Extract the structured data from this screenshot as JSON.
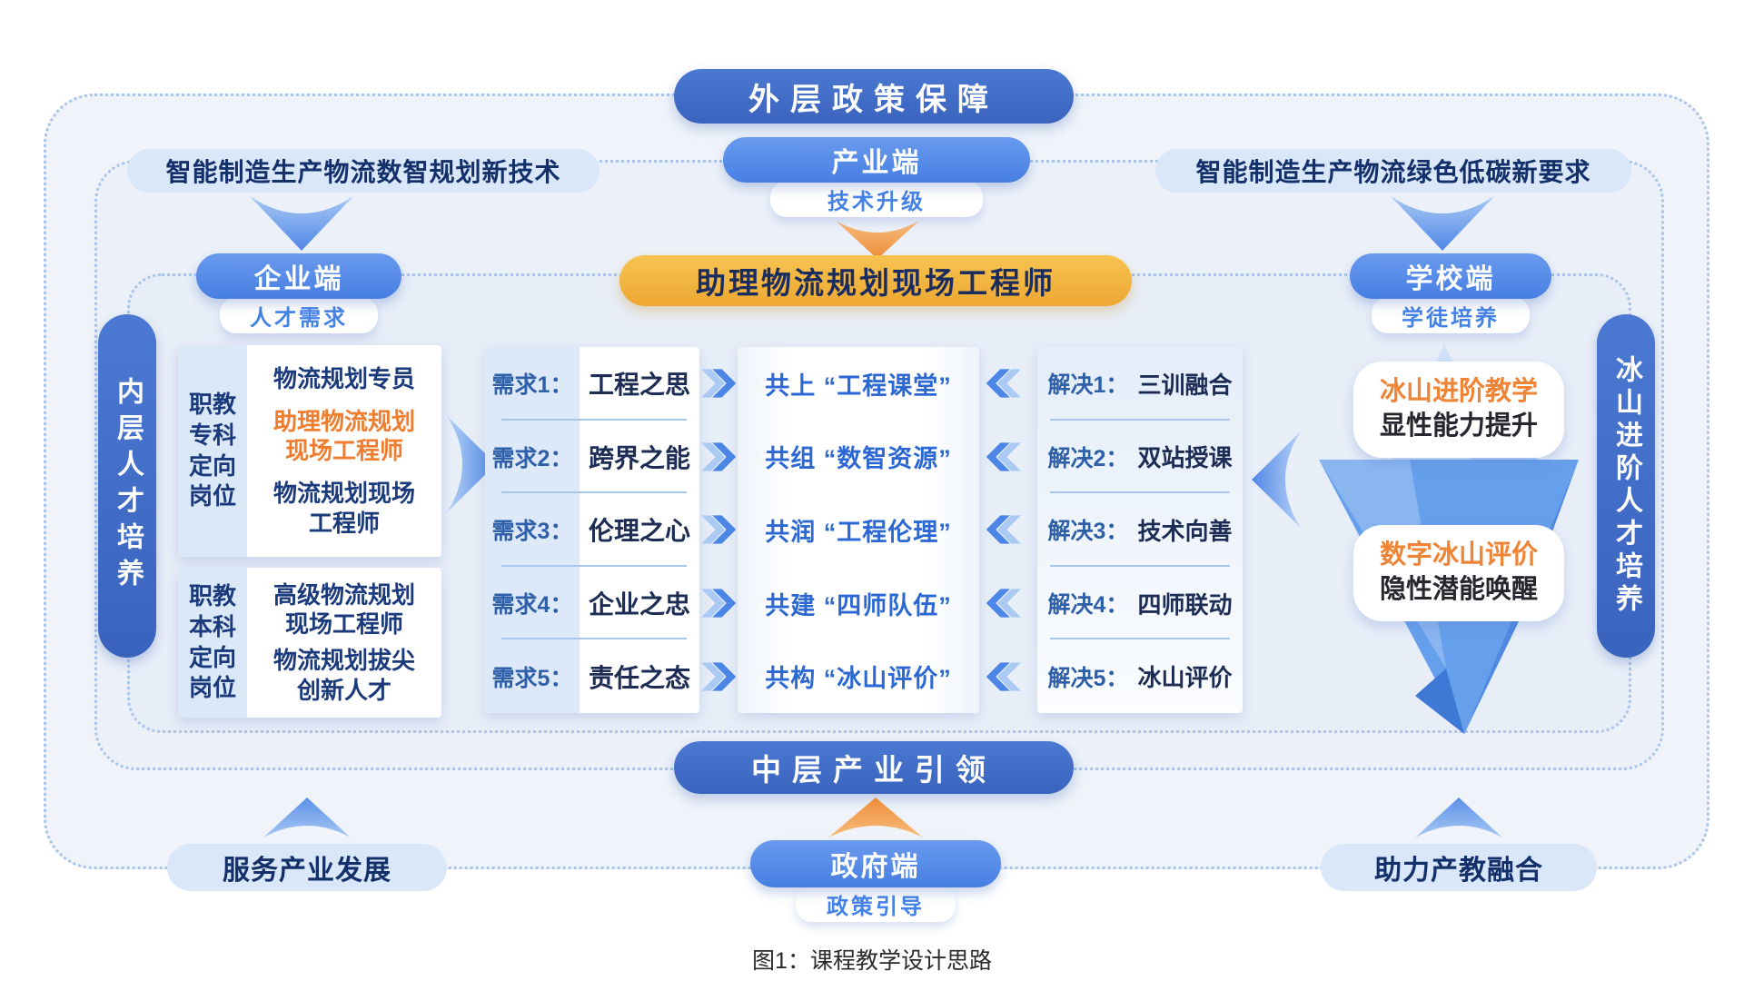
{
  "banners": {
    "outer_top": "外层政策保障",
    "middle_bottom": "中层产业引领",
    "center_gold": "助理物流规划现场工程师"
  },
  "nodes": {
    "industry": {
      "label": "产业端",
      "sub": "技术升级"
    },
    "enterprise": {
      "label": "企业端",
      "sub": "人才需求"
    },
    "school": {
      "label": "学校端",
      "sub": "学徒培养"
    },
    "government": {
      "label": "政府端",
      "sub": "政策引导"
    }
  },
  "tags": {
    "top_left": "智能制造生产物流数智规划新技术",
    "top_right": "智能制造生产物流绿色低碳新要求",
    "bottom_left": "服务产业发展",
    "bottom_right": "助力产教融合"
  },
  "side_bars": {
    "left": "内层人才培养",
    "right": "冰山进阶人才培养"
  },
  "job_groups": [
    {
      "label": "职教\n专科\n定向\n岗位",
      "items": [
        {
          "text": "物流规划专员",
          "highlight": false
        },
        {
          "text": "助理物流规划\n现场工程师",
          "highlight": true
        },
        {
          "text": "物流规划现场\n工程师",
          "highlight": false
        }
      ]
    },
    {
      "label": "职教\n本科\n定向\n岗位",
      "items": [
        {
          "text": "高级物流规划\n现场工程师",
          "highlight": false
        },
        {
          "text": "物流规划拔尖\n创新人才",
          "highlight": false
        }
      ]
    }
  ],
  "demands": [
    {
      "label": "需求1：",
      "value": "工程之思"
    },
    {
      "label": "需求2：",
      "value": "跨界之能"
    },
    {
      "label": "需求3：",
      "value": "伦理之心"
    },
    {
      "label": "需求4：",
      "value": "企业之忠"
    },
    {
      "label": "需求5：",
      "value": "责任之态"
    }
  ],
  "actions": [
    "共上 “工程课堂”",
    "共组 “数智资源”",
    "共润 “工程伦理”",
    "共建 “四师队伍”",
    "共构 “冰山评价”"
  ],
  "solutions": [
    {
      "label": "解决1：",
      "value": "三训融合"
    },
    {
      "label": "解决2：",
      "value": "双站授课"
    },
    {
      "label": "解决3：",
      "value": "技术向善"
    },
    {
      "label": "解决4：",
      "value": "四师联动"
    },
    {
      "label": "解决5：",
      "value": "冰山评价"
    }
  ],
  "iceberg": {
    "top_bubble": {
      "title": "冰山进阶教学",
      "sub": "显性能力提升"
    },
    "bottom_bubble": {
      "title": "数字冰山评价",
      "sub": "隐性潜能唤醒"
    }
  },
  "caption": "图1：课程教学设计思路",
  "colors": {
    "dark_blue": "#3c69c4",
    "medium_blue": "#5189e8",
    "light_blue_fill": "#d9e7f9",
    "navy_text": "#13306b",
    "accent_orange": "#ee7d2f",
    "gold": "#f0b13e",
    "action_blue": "#2c68d4"
  }
}
